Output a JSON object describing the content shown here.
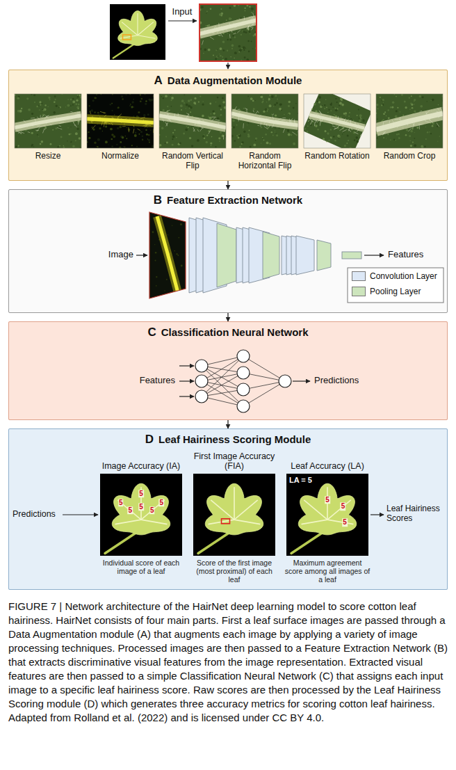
{
  "diagram": {
    "caption": "FIGURE 7 | Network architecture of the HairNet deep learning model to score cotton leaf hairiness. HairNet consists of four main parts. First a leaf surface images are passed through a Data Augmentation module (A) that augments each image by applying a variety of image processing techniques. Processed images are then passed to a Feature Extraction Network (B) that extracts discriminative visual features from the image representation. Extracted visual features are then passed to a simple Classification Neural Network (C) that assigns each input image to a specific leaf hairiness score. Raw scores are then processed by the Leaf Hairiness Scoring module (D) which generates three accuracy metrics for scoring cotton leaf hairiness. Adapted from Rolland et al. (2022) and is licensed under CC BY 4.0.",
    "nodes": [
      {
        "text": [
          "A",
          "Data Augmentation Module"
        ]
      },
      {
        "text": [
          "Resize"
        ],
        "in": 0
      },
      {
        "text": [
          "Normalize"
        ],
        "in": 0
      },
      {
        "text": [
          "Random Vertical Flip"
        ],
        "in": 0
      },
      {
        "text": [
          "Random Horizontal Flip"
        ],
        "in": 0
      },
      {
        "text": [
          "Random Rotation"
        ],
        "in": 0
      },
      {
        "text": [
          "Random Crop"
        ],
        "in": 0
      },
      {
        "text": [
          "B",
          "Feature Extraction Network"
        ]
      },
      {
        "text": [
          "C",
          "Classification Neural Network"
        ]
      },
      {
        "text": [
          "D",
          "Leaf Hairiness Scoring Module"
        ]
      },
      {
        "text": [
          "Image Accuracy (IA)",
          "Individual score of each image of a leaf"
        ],
        "in": 9
      },
      {
        "text": [
          "First Image Accuracy (FIA)",
          "Score of the first image (most proximal) of each leaf"
        ],
        "in": 9
      },
      {
        "text": [
          "Leaf Accuracy (LA)",
          "Maximum agreement score among all images of a leaf"
        ],
        "in": 9
      }
    ],
    "edges": [
      {
        "from": 0,
        "to": 7,
        "arrow": "to"
      },
      {
        "from": 7,
        "to": 8,
        "arrow": "to"
      },
      {
        "from": 8,
        "to": 9,
        "arrow": "to"
      }
    ],
    "labels": [
      "Input",
      "Image",
      "Features",
      "Features",
      "Predictions",
      "Predictions",
      "Leaf Hairiness Scores",
      "LA = 5",
      "5",
      "5",
      "5",
      "5",
      "5",
      "5",
      "5",
      "5",
      "5"
    ],
    "legend": [
      {
        "text": "Convolution Layer",
        "color": "#dde8f6"
      },
      {
        "text": "Pooling Layer",
        "color": "#cde5bd"
      }
    ]
  }
}
